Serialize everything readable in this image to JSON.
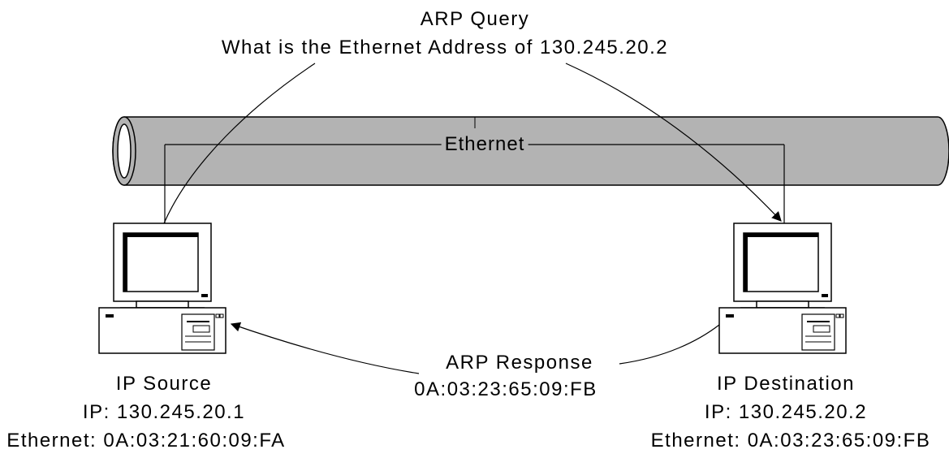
{
  "query": {
    "title": "ARP Query",
    "question": "What is the Ethernet Address of 130.245.20.2"
  },
  "network": {
    "label": "Ethernet"
  },
  "response": {
    "title": "ARP Response",
    "address": "0A:03:23:65:09:FB"
  },
  "source": {
    "name": "IP Source",
    "ip": "IP: 130.245.20.1",
    "ethernet": "Ethernet: 0A:03:21:60:09:FA"
  },
  "destination": {
    "name": "IP Destination",
    "ip": "IP: 130.245.20.2",
    "ethernet": "Ethernet: 0A:03:23:65:09:FB"
  },
  "colors": {
    "pipe_fill": "#b3b3b3",
    "line": "#000000",
    "background": "#ffffff"
  }
}
